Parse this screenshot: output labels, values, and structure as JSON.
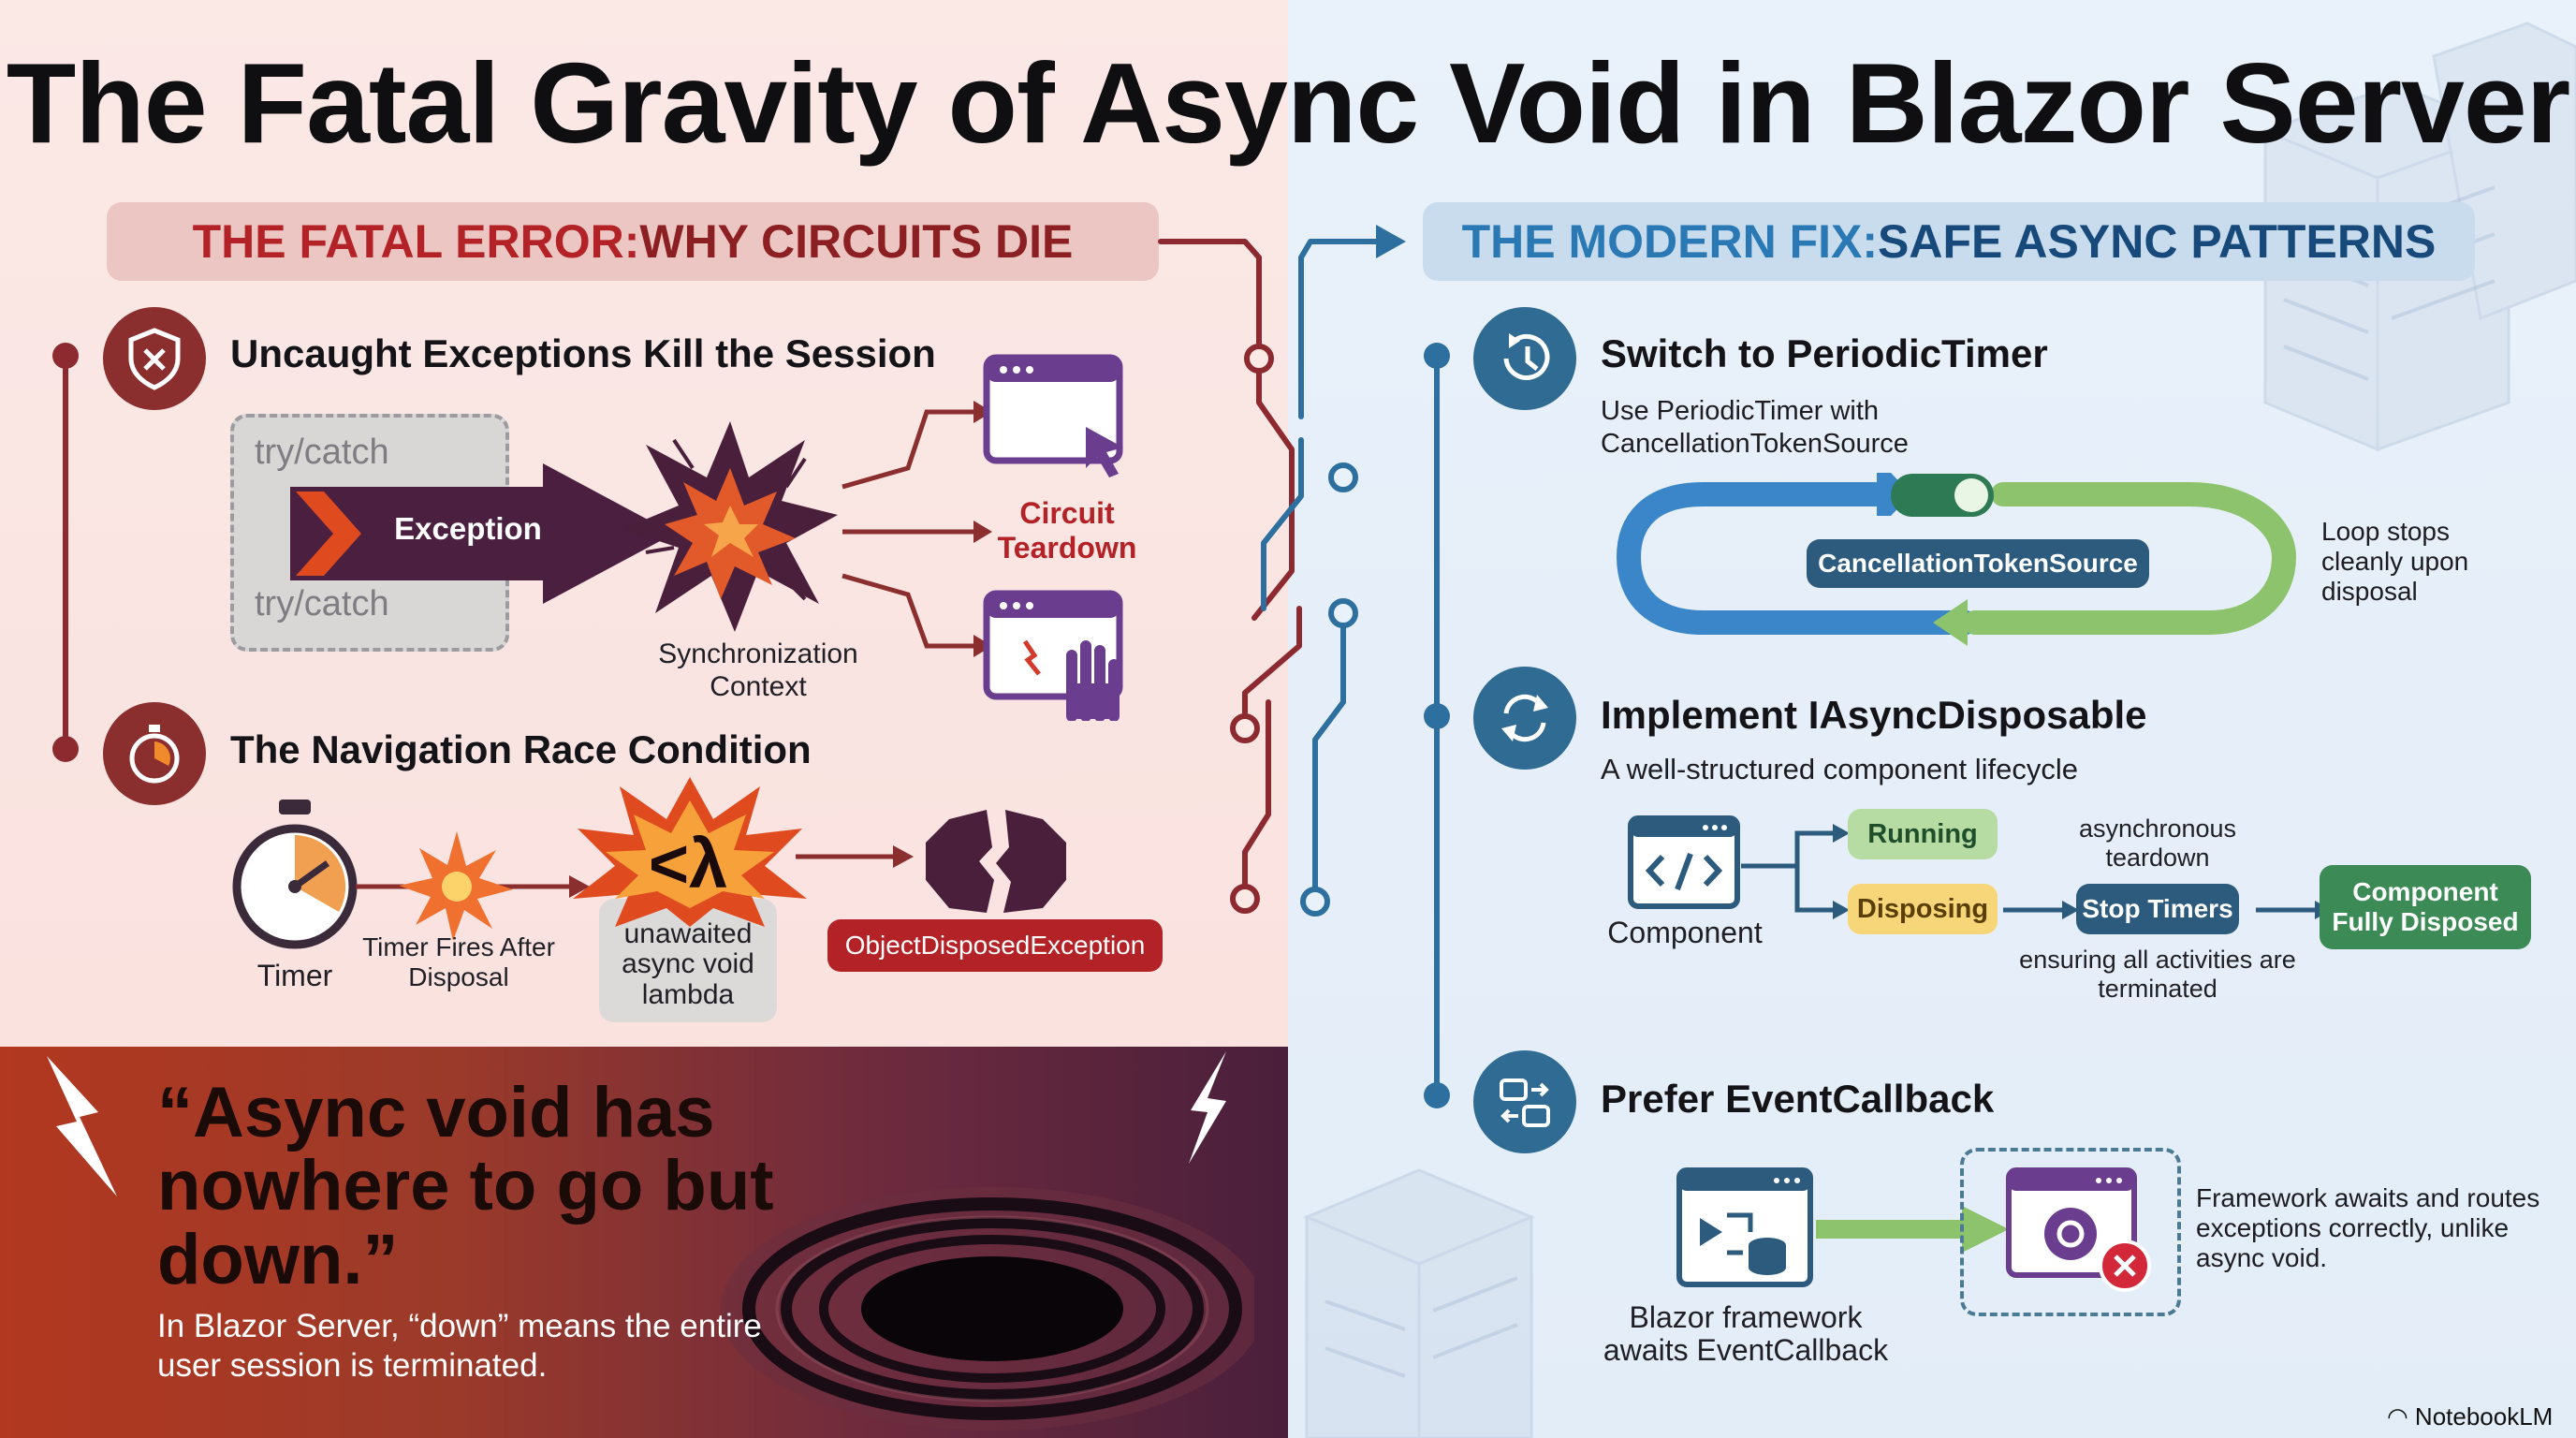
{
  "title": "The Fatal Gravity of Async Void in Blazor Server",
  "left": {
    "heading_a": "THE FATAL ERROR: ",
    "heading_b": "WHY CIRCUITS DIE",
    "item1": {
      "title": "Uncaught Exceptions Kill the Session",
      "try_top": "try/catch",
      "try_bottom": "try/catch",
      "exception": "Exception",
      "sync_context": "Synchronization Context",
      "circuit_teardown": "Circuit Teardown"
    },
    "item2": {
      "title": "The Navigation Race Condition",
      "timer": "Timer",
      "timer_fires": "Timer Fires After Disposal",
      "lambda_symbol": "<λ",
      "unawaited": "unawaited async void lambda",
      "ode": "ObjectDisposedException"
    },
    "quote": "“Async void has nowhere to go but down.”",
    "quote_sub": "In Blazor Server, “down” means the entire user session is terminated."
  },
  "right": {
    "heading_a": "THE MODERN FIX: ",
    "heading_b": "SAFE ASYNC PATTERNS",
    "item1": {
      "title": "Switch to PeriodicTimer",
      "sub": "Use PeriodicTimer with CancellationTokenSource",
      "cts": "CancellationTokenSource",
      "loop_stops": "Loop stops cleanly upon disposal"
    },
    "item2": {
      "title": "Implement IAsyncDisposable",
      "sub": "A well-structured component lifecycle",
      "component": "Component",
      "running": "Running",
      "disposing": "Disposing",
      "async_teardown": "asynchronous teardown",
      "stop_timers": "Stop Timers",
      "ensuring": "ensuring all activities are terminated",
      "fully_disposed": "Component Fully Disposed"
    },
    "item3": {
      "title": "Prefer EventCallback",
      "blazor_awaits": "Blazor framework awaits EventCallback",
      "framework_note": "Framework awaits and routes exceptions correctly, unlike async void."
    }
  },
  "brand": "NotebookLM",
  "colors": {
    "fatal_red": "#b32226",
    "deep_red": "#8a2e2e",
    "fix_blue": "#2f6b92",
    "purple": "#6a3d8f",
    "green": "#3c8a55"
  }
}
